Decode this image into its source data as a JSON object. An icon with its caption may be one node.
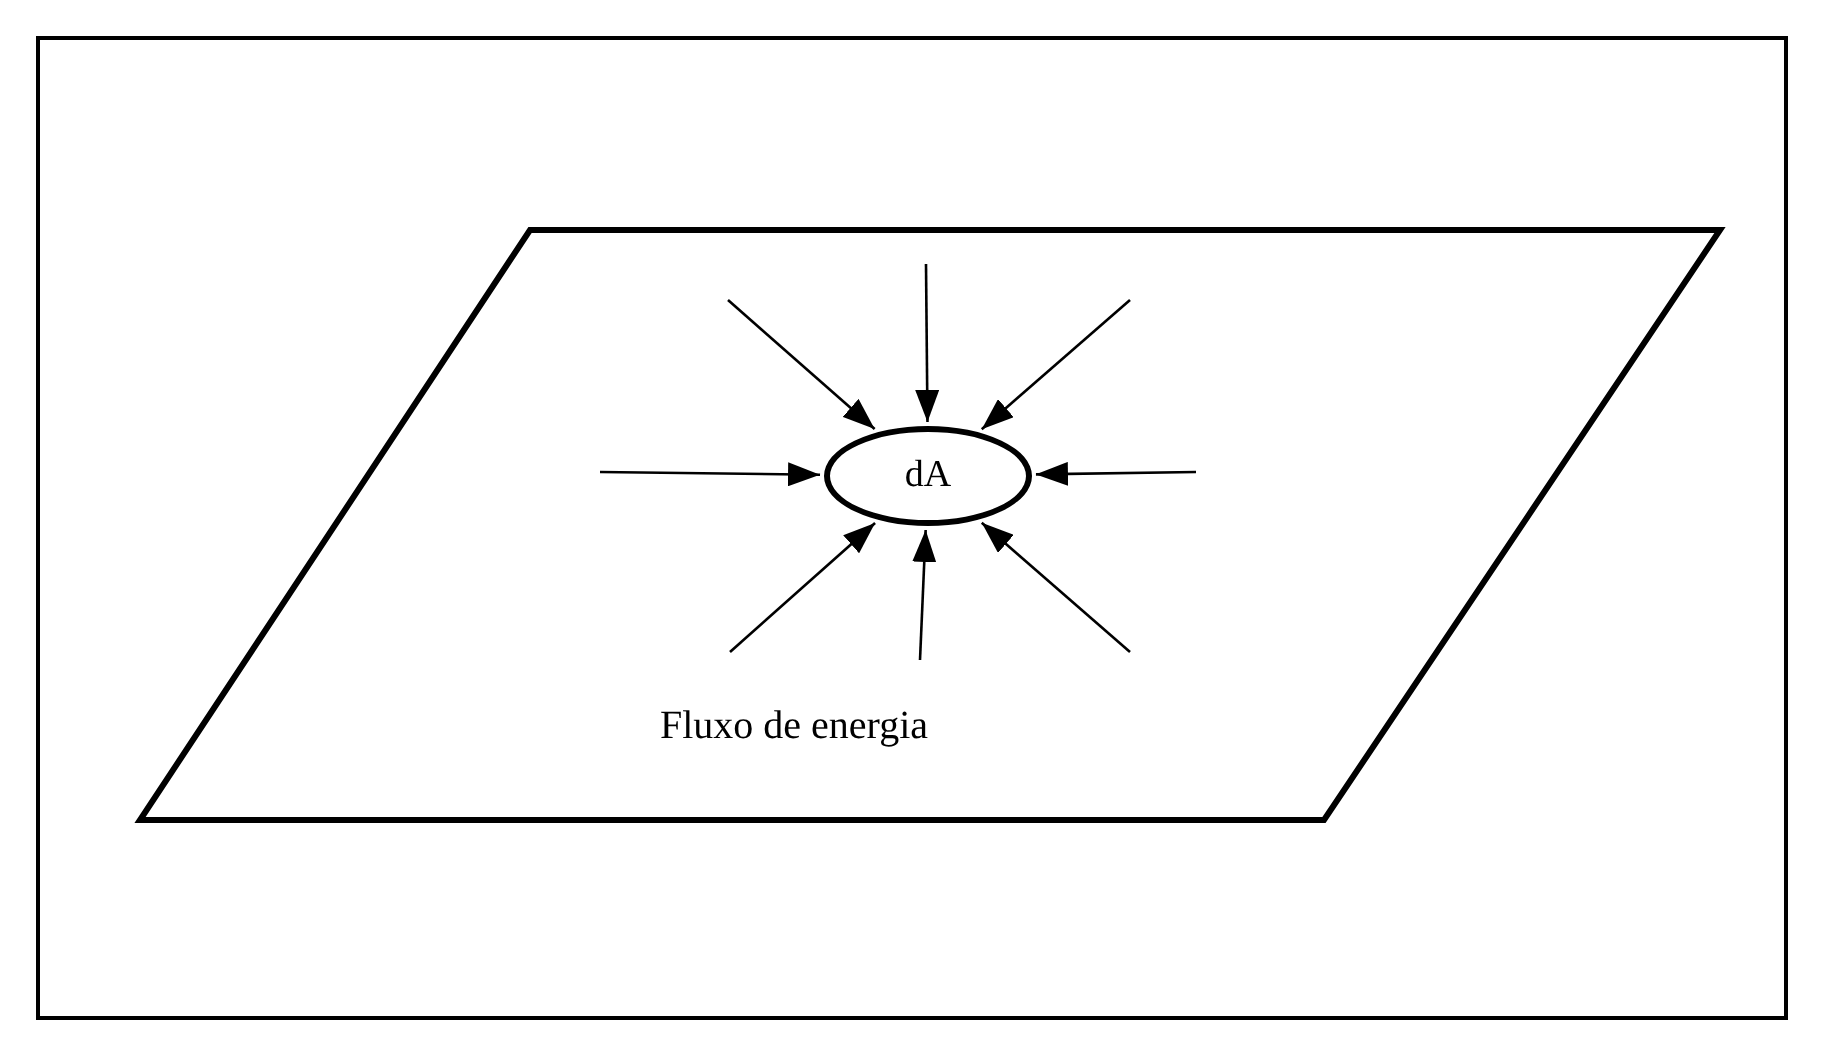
{
  "diagram": {
    "nodes": [
      {
        "text": [],
        "shape": "parallelogram"
      },
      {
        "text": [
          "dA"
        ],
        "in": 0
      }
    ],
    "edges": [
      {
        "from": null,
        "to": 1,
        "arrow": "to"
      },
      {
        "from": null,
        "to": 1,
        "arrow": "to"
      },
      {
        "from": null,
        "to": 1,
        "arrow": "to"
      },
      {
        "from": null,
        "to": 1,
        "arrow": "to"
      },
      {
        "from": null,
        "to": 1,
        "arrow": "to"
      },
      {
        "from": null,
        "to": 1,
        "arrow": "to"
      },
      {
        "from": null,
        "to": 1,
        "arrow": "to"
      },
      {
        "from": null,
        "to": 1,
        "arrow": "to"
      }
    ],
    "labels": [
      "Fluxo de energia"
    ]
  }
}
